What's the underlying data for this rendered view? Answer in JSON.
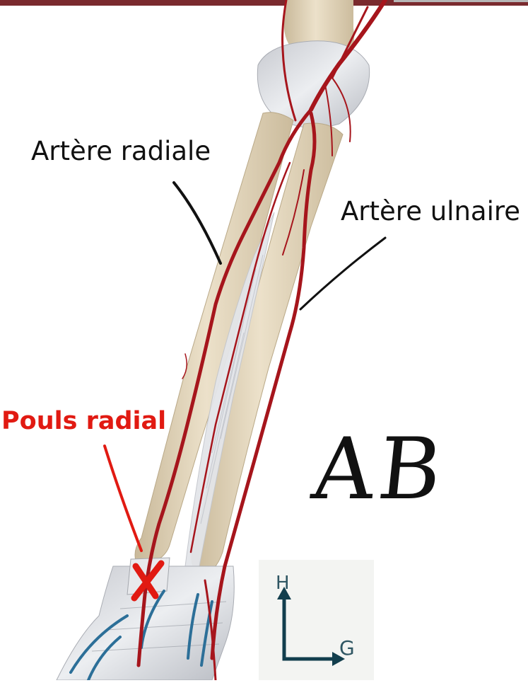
{
  "labels": {
    "artere_radiale": "Artère radiale",
    "artere_ulnaire": "Artère ulnaire",
    "pouls_radial": "Pouls radial",
    "signature": "AB"
  },
  "orientation": {
    "up": "H",
    "left": "G"
  },
  "colors": {
    "artery": "#a6151c",
    "bone": "#e2d3b8",
    "ligament": "#d9dbe0",
    "vein": "#2c6f98",
    "marker": "#e11a12",
    "frame_bar": "#7a2a2e"
  }
}
